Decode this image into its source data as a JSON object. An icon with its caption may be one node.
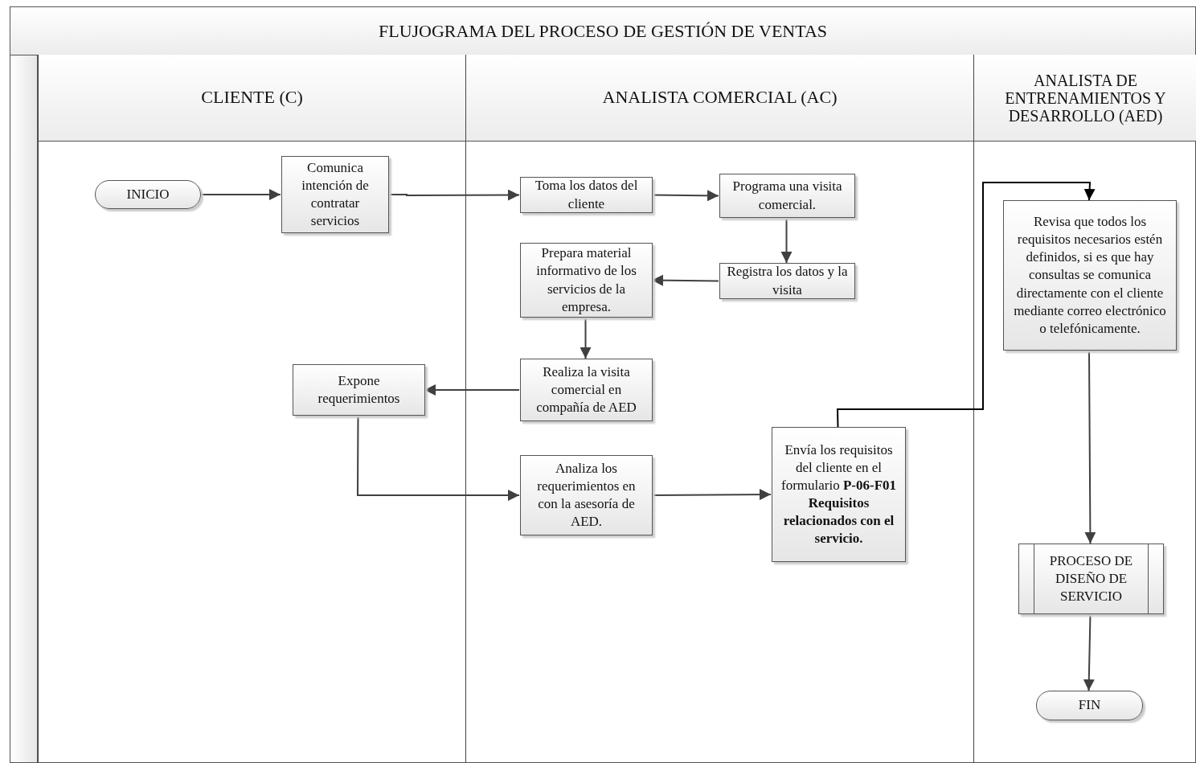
{
  "diagram": {
    "title": "FLUJOGRAMA DEL PROCESO DE GESTIÓN DE VENTAS",
    "nodes": [
      {
        "text": [
          "CLIENTE (C)"
        ]
      },
      {
        "text": [
          "ANALISTA COMERCIAL (AC)"
        ]
      },
      {
        "text": [
          "ANALISTA DE ENTRENAMIENTOS Y DESARROLLO (AED)"
        ]
      },
      {
        "text": [
          "INICIO"
        ],
        "in": 0
      },
      {
        "text": [
          "Comunica intención de contratar servicios"
        ],
        "in": 0
      },
      {
        "text": [
          "Toma los datos del cliente"
        ],
        "in": 1
      },
      {
        "text": [
          "Programa una visita comercial."
        ],
        "in": 1
      },
      {
        "text": [
          "Registra los datos y la visita"
        ],
        "in": 1
      },
      {
        "text": [
          "Prepara material informativo de los servicios de la empresa."
        ],
        "in": 1
      },
      {
        "text": [
          "Realiza la visita comercial en compañía de AED"
        ],
        "in": 1
      },
      {
        "text": [
          "Expone requerimientos"
        ],
        "in": 0
      },
      {
        "text": [
          "Analiza los requerimientos en con la asesoría de AED."
        ],
        "in": 1
      },
      {
        "text": [
          "Envía los requisitos del cliente en el formulario **P-06-F01 Requisitos relacionados con el servicio.**"
        ],
        "in": 1
      },
      {
        "text": [
          "Revisa que todos los requisitos necesarios estén definidos, si es que hay consultas se comunica directamente con el cliente mediante correo electrónico o telefónicamente."
        ],
        "in": 2
      },
      {
        "text": [
          "PROCESO DE DISEÑO DE SERVICIO"
        ],
        "in": 2
      },
      {
        "text": [
          "FIN"
        ],
        "in": 2
      }
    ],
    "edges": [
      {
        "from": 3,
        "to": 4,
        "arrow": "to"
      },
      {
        "from": 4,
        "to": 5,
        "arrow": "to"
      },
      {
        "from": 5,
        "to": 6,
        "arrow": "to"
      },
      {
        "from": 6,
        "to": 7,
        "arrow": "to"
      },
      {
        "from": 7,
        "to": 8,
        "arrow": "to"
      },
      {
        "from": 8,
        "to": 9,
        "arrow": "to"
      },
      {
        "from": 9,
        "to": 10,
        "arrow": "to"
      },
      {
        "from": 10,
        "to": 11,
        "arrow": "to"
      },
      {
        "from": 11,
        "to": 12,
        "arrow": "to"
      },
      {
        "from": 12,
        "to": 13,
        "arrow": "to",
        "color": "#000000"
      },
      {
        "from": 13,
        "to": 14,
        "arrow": "to"
      },
      {
        "from": 14,
        "to": 15,
        "arrow": "to"
      }
    ]
  }
}
